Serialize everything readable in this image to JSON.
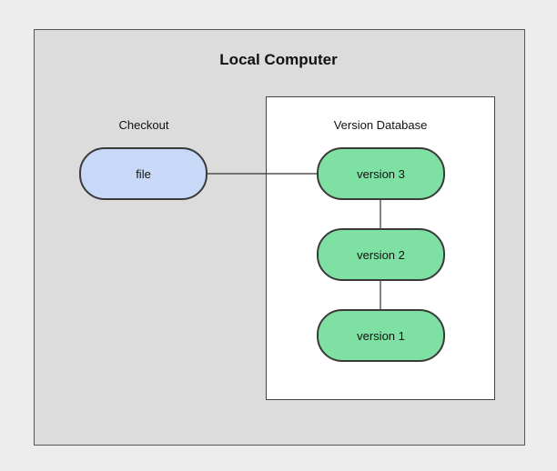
{
  "diagram": {
    "title": "Local Computer",
    "checkout": {
      "label": "Checkout",
      "file": "file"
    },
    "database": {
      "label": "Version Database",
      "versions": [
        "version 3",
        "version 2",
        "version 1"
      ]
    }
  },
  "colors": {
    "background": "#ededed",
    "outer_box": "#dcdcdc",
    "inner_box": "#ffffff",
    "file_node": "#c7d9f7",
    "version_node": "#7fe0a3",
    "stroke": "#3a3a3a"
  }
}
